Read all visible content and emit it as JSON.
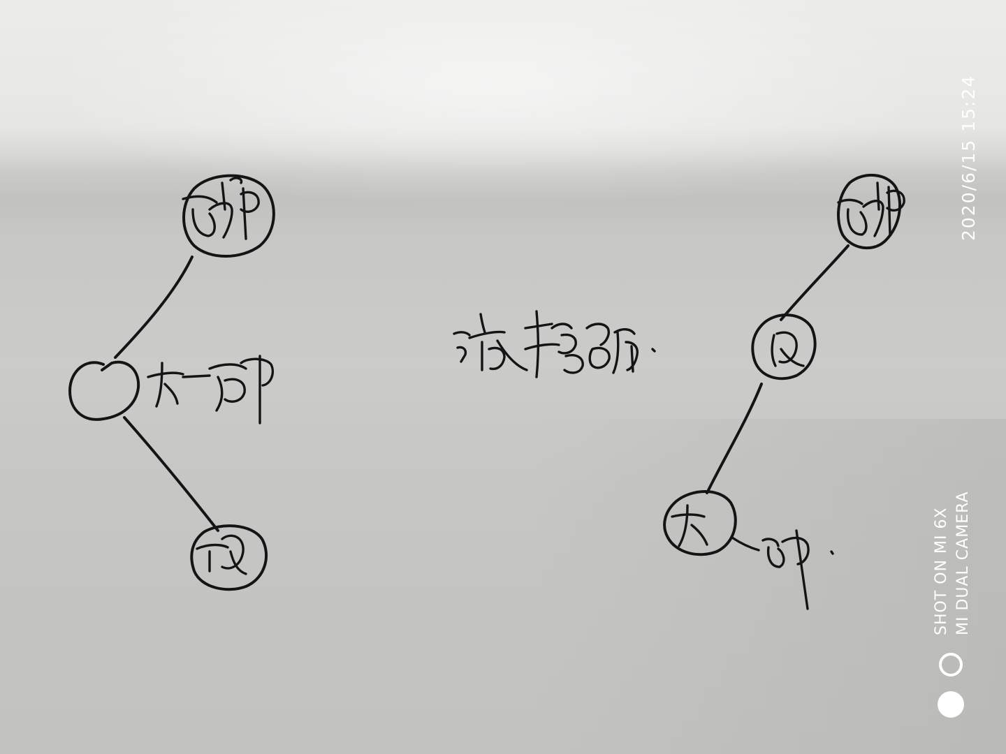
{
  "watermark": {
    "datetime": "2020/6/15  15:24",
    "line1": "SHOT ON MI 6X",
    "line2": "MI DUAL CAMERA"
  },
  "sketch": {
    "content": "handwritten"
  }
}
